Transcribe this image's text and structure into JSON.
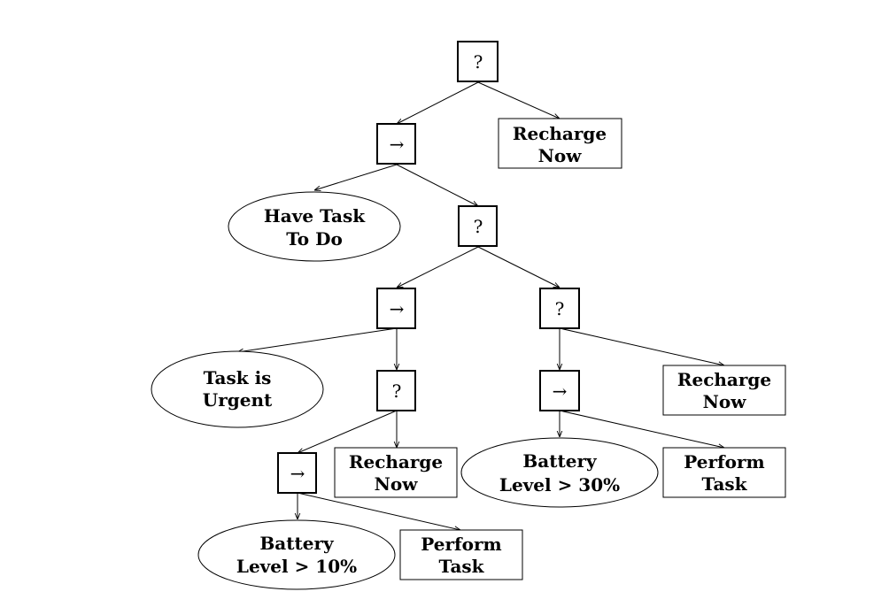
{
  "symbols": {
    "fallback": "?",
    "sequence": "→"
  },
  "nodes": {
    "root": "?",
    "seq_task": "→",
    "recharge_top": [
      "Recharge",
      "Now"
    ],
    "have_task": [
      "Have Task",
      "To Do"
    ],
    "fallback_mid": "?",
    "seq_urgent": "→",
    "fallback_right": "?",
    "task_urgent": [
      "Task is",
      "Urgent"
    ],
    "fallback_urgent": "?",
    "seq_battery30": "→",
    "recharge_right": [
      "Recharge",
      "Now"
    ],
    "seq_battery10": "→",
    "recharge_urgent": [
      "Recharge",
      "Now"
    ],
    "battery30": [
      "Battery",
      "Level > 30%"
    ],
    "perform_right": [
      "Perform",
      "Task"
    ],
    "battery10": [
      "Battery",
      "Level > 10%"
    ],
    "perform_urgent": [
      "Perform",
      "Task"
    ]
  }
}
